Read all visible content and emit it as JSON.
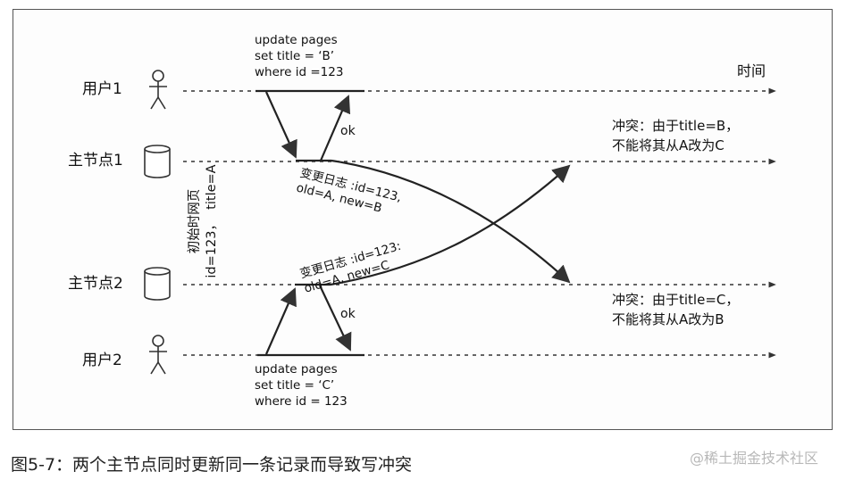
{
  "rows": {
    "user1": "用户1",
    "leader1": "主节点1",
    "leader2": "主节点2",
    "user2": "用户2"
  },
  "time_label": "时间",
  "user1_query": "update pages\nset title = ‘B’\nwhere id =123",
  "user2_query": "update pages\nset title = ‘C’\nwhere id = 123",
  "ok_top": "ok",
  "ok_bottom": "ok",
  "changelog_1": "变更日志 :id=123,\nold=A, new=B",
  "changelog_2": "变更日志 :id=123:\nold=A, new=C",
  "initial_page": "初始时网页\nid=123，  title=A",
  "conflict_1": "冲突：由于title=B，\n不能将其从A改为C",
  "conflict_2": "冲突：由于title=C，\n不能将其从A改为B",
  "caption": "图5-7：两个主节点同时更新同一条记录而导致写冲突",
  "watermark": "@稀土掘金技术社区",
  "colors": {
    "line": "#333333",
    "text": "#111111",
    "watermark": "#b8b8b8"
  },
  "icons": {
    "user": "person-icon",
    "leader": "database-cylinder-icon"
  }
}
